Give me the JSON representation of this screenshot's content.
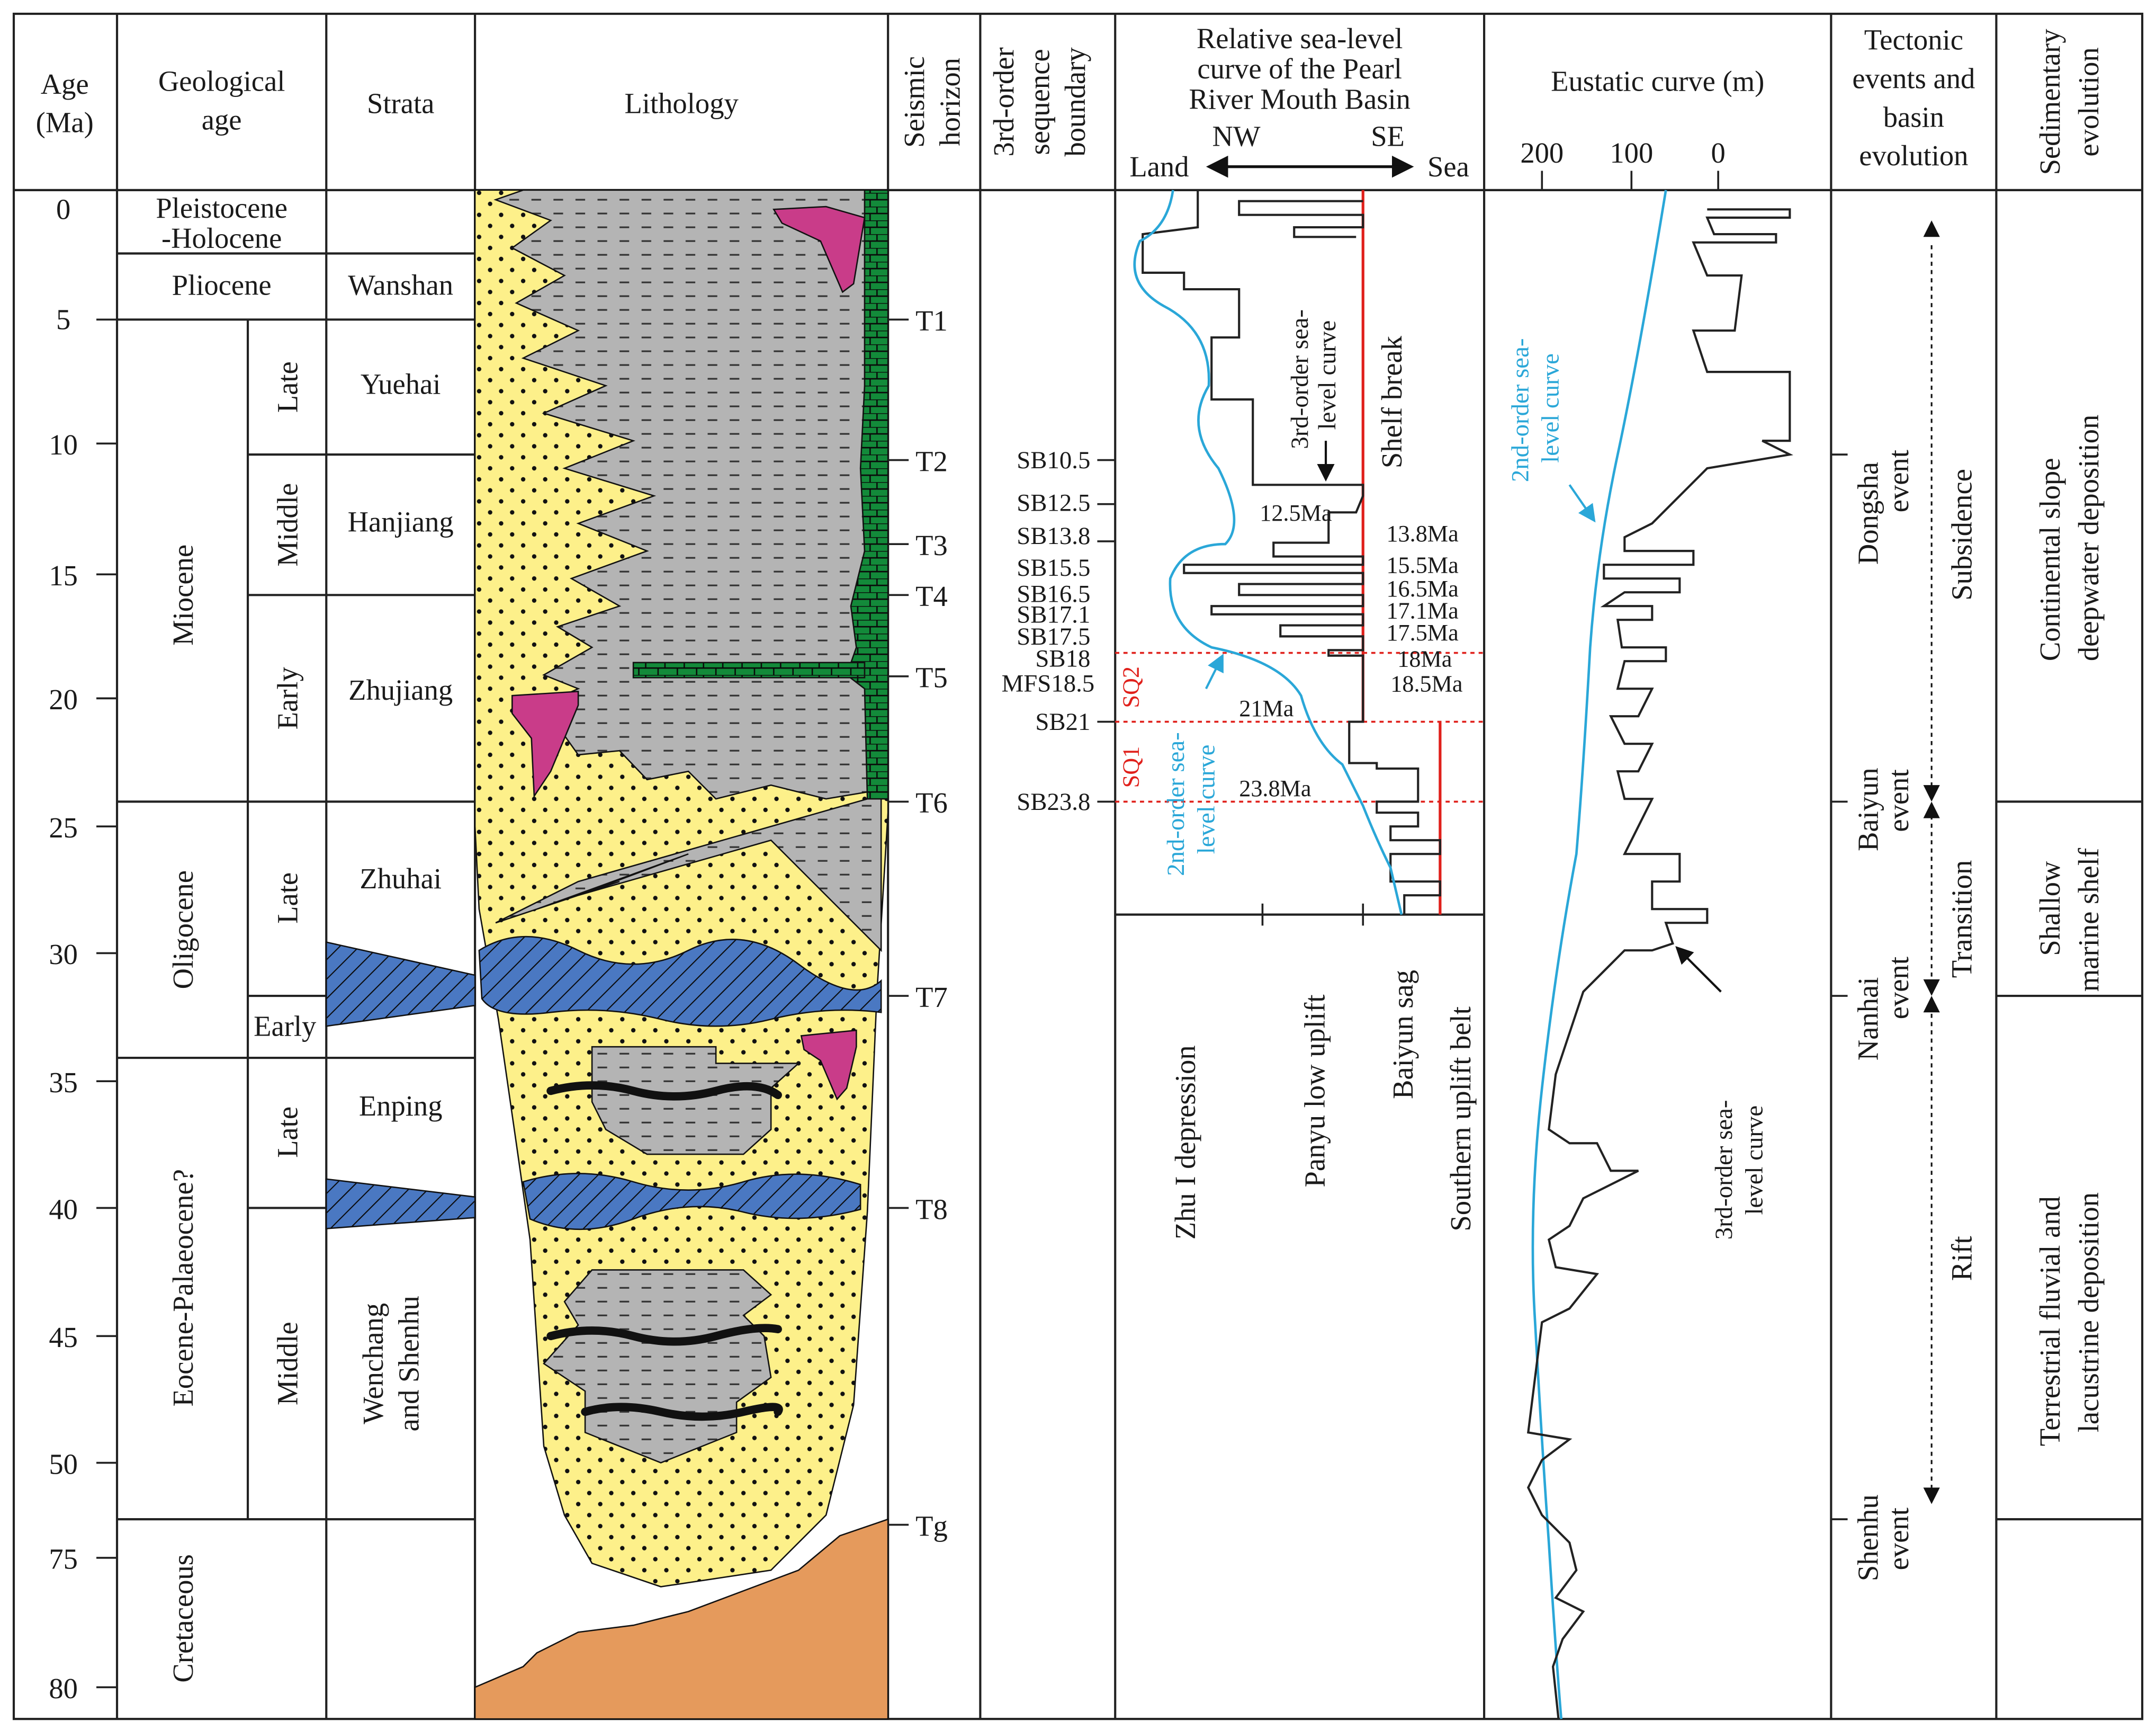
{
  "headers": {
    "age": [
      "Age",
      "(Ma)"
    ],
    "geological_age": [
      "Geological",
      "age"
    ],
    "strata": "Strata",
    "lithology": "Lithology",
    "seismic": [
      "Seismic",
      "horizon"
    ],
    "sequence": [
      "3rd-order",
      "sequence",
      "boundary"
    ],
    "relative": [
      "Relative sea-level",
      "curve of the Pearl",
      "River Mouth Basin"
    ],
    "land": "Land",
    "nw": "NW",
    "se": "SE",
    "sea": "Sea",
    "eustatic": "Eustatic curve (m)",
    "eustatic_ticks": [
      "200",
      "100",
      "0"
    ],
    "tectonic": [
      "Tectonic",
      "events and",
      "basin",
      "evolution"
    ],
    "sedimentary": [
      "Sedimentary",
      "evolution"
    ]
  },
  "age_ticks": [
    "0",
    "5",
    "10",
    "15",
    "20",
    "25",
    "30",
    "35",
    "40",
    "45",
    "50",
    "75",
    "80"
  ],
  "epochs": [
    {
      "label": "Pleistocene",
      "label2": "-Holocene"
    },
    {
      "label": "Pliocene"
    },
    {
      "label": "Miocene"
    },
    {
      "label": "Oligocene"
    },
    {
      "label": "Eocene-Palaeocene?"
    },
    {
      "label": "Cretaceous"
    }
  ],
  "subepochs": [
    "Late",
    "Middle",
    "Early",
    "Late",
    "Early",
    "Late",
    "Middle"
  ],
  "strata": [
    "Wanshan",
    "Yuehai",
    "Hanjiang",
    "Zhujiang",
    "Zhuhai",
    "Enping",
    "Wenchang",
    "and Shenhu"
  ],
  "seismic_horizons": [
    "T1",
    "T2",
    "T3",
    "T4",
    "T5",
    "T6",
    "T7",
    "T8",
    "Tg"
  ],
  "sequence_boundaries": [
    "SB10.5",
    "SB12.5",
    "SB13.8",
    "SB15.5",
    "SB16.5",
    "SB17.1",
    "SB17.5",
    "SB18",
    "MFS18.5",
    "SB21",
    "SB23.8"
  ],
  "relative_curve": {
    "ma_labels": [
      "12.5Ma",
      "13.8Ma",
      "15.5Ma",
      "16.5Ma",
      "17.1Ma",
      "17.5Ma",
      "18Ma",
      "18.5Ma",
      "21Ma",
      "23.8Ma"
    ],
    "third_order_label": [
      "3rd-order sea-",
      "level curve"
    ],
    "shelf_break": "Shelf break",
    "second_order_label": [
      "2nd-order sea-",
      "level curve"
    ],
    "sq1": "SQ1",
    "sq2": "SQ2",
    "regions": [
      "Zhu I depression",
      "Panyu low uplift",
      "Baiyun sag",
      "Southern uplift belt"
    ]
  },
  "eustatic": {
    "second_order_label": [
      "2nd-order sea-",
      "level curve"
    ],
    "third_order_label": [
      "3rd-order sea-",
      "level curve"
    ]
  },
  "tectonic_events": [
    {
      "line1": "Dongsha",
      "line2": "event"
    },
    {
      "line1": "Baiyun",
      "line2": "event"
    },
    {
      "line1": "Nanhai",
      "line2": "event"
    },
    {
      "line1": "Shenhu",
      "line2": "event"
    }
  ],
  "basin_evolution": [
    "Subsidence",
    "Transition",
    "Rift"
  ],
  "sedimentary_evolution": [
    {
      "line1": "Continental slope",
      "line2": "deepwater deposition"
    },
    {
      "line1": "Shallow",
      "line2": "marine shelf"
    },
    {
      "line1": "Terrestrial fluvial  and",
      "line2": "lacustrine deposition"
    }
  ],
  "colors": {
    "sand": "#fdf08a",
    "shale": "#b4b4b4",
    "carbonate": "#138a3a",
    "volcanic": "#c93c89",
    "hatch": "#4a78c2",
    "basement": "#e59a5c",
    "second_order": "#2aa7d8",
    "red": "#e0201b"
  }
}
